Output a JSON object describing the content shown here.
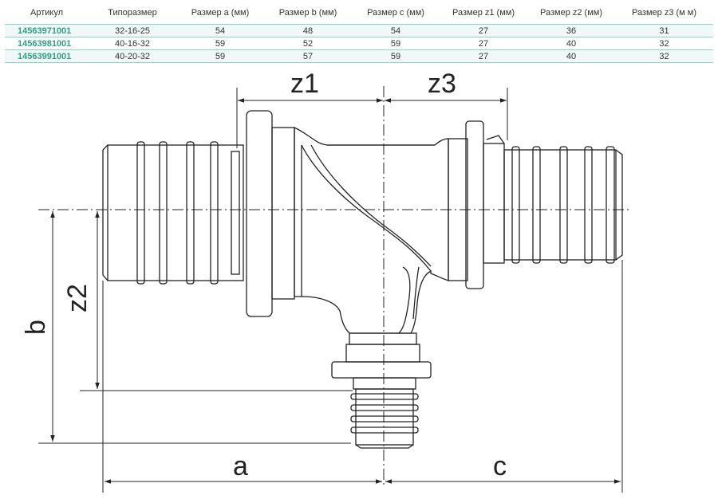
{
  "table": {
    "headers": [
      "Артикул",
      "Типоразмер",
      "Размер a (мм)",
      "Размер b (мм)",
      "Размер c (мм)",
      "Размер z1 (мм)",
      "Размер z2 (мм)",
      "Размер z3 (м м)"
    ],
    "rows": [
      [
        "14563971001",
        "32-16-25",
        "54",
        "48",
        "54",
        "27",
        "36",
        "31"
      ],
      [
        "14563981001",
        "40-16-32",
        "59",
        "52",
        "59",
        "27",
        "40",
        "32"
      ],
      [
        "14563991001",
        "40-20-32",
        "59",
        "57",
        "59",
        "27",
        "40",
        "32"
      ]
    ]
  },
  "drawing": {
    "labels": {
      "z1": "z1",
      "z3": "z3",
      "z2": "z2",
      "b": "b",
      "a": "a",
      "c": "c"
    }
  },
  "colors": {
    "sku": "#2f9e86",
    "row_border": "#8fd3c7",
    "row_tint": "#f0f9f7",
    "line": "#222222"
  }
}
